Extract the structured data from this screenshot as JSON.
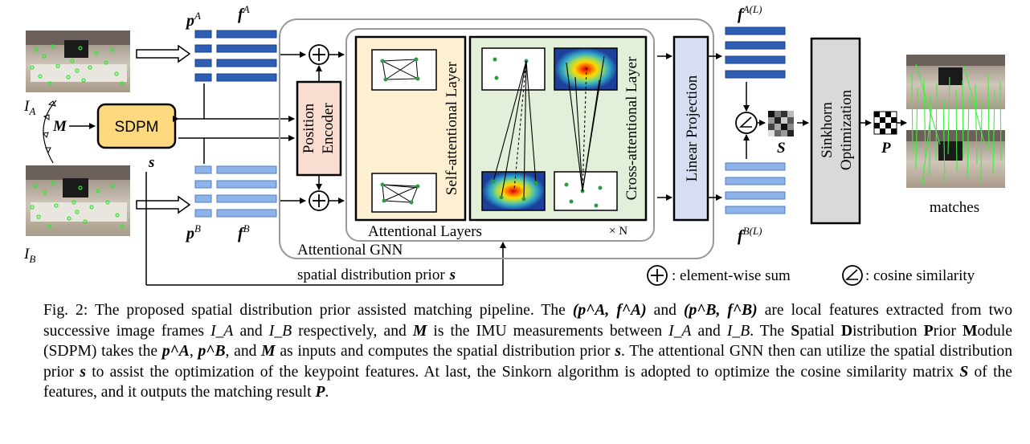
{
  "diagram": {
    "label_pA": "p",
    "label_pA_sup": "A",
    "label_fA": "f",
    "label_fA_sup": "A",
    "label_pB": "p",
    "label_pB_sup": "B",
    "label_fB": "f",
    "label_fB_sup": "B",
    "label_IA": "I",
    "label_IA_sub": "A",
    "label_IB": "I",
    "label_IB_sub": "B",
    "label_M": "M",
    "sdpm": "SDPM",
    "label_s": "s",
    "position_encoder_line1": "Position",
    "position_encoder_line2": "Encoder",
    "self_attentional_layer": "Self-attentional Layer",
    "cross_attentional_layer": "Cross-attentional Layer",
    "attentional_layers": "Attentional Layers",
    "times_n": "× N",
    "attentional_gnn": "Attentional GNN",
    "linear_projection": "Linear Projection",
    "label_fAL": "f",
    "label_fAL_sup": "A(L)",
    "label_fBL": "f",
    "label_fBL_sup": "B(L)",
    "label_S": "S",
    "sinkhorn_line1": "Sinkhorn",
    "sinkhorn_line2": "Optimization",
    "label_P": "P",
    "matches": "matches",
    "spatial_prior": "spatial distribution prior",
    "spatial_prior_var": "s",
    "legend_sum": ": element-wise sum",
    "legend_cos": ": cosine similarity",
    "colors": {
      "feature_dark": "#2e5fb5",
      "feature_light": "#8db3ea",
      "sdpm_fill": "#fcd97f",
      "encoder_fill": "#f9ddd0",
      "self_fill": "#fdf0d2",
      "cross_fill": "#e2f0da",
      "linear_fill": "#d7def4",
      "sinkhorn_fill": "#d9d9d9"
    }
  },
  "caption": {
    "fig_label": "Fig. 2:",
    "s1": " The proposed spatial distribution prior assisted matching pipeline. The ",
    "pair_a": "(p^A, f^A)",
    "s2": " and ",
    "pair_b": "(p^B, f^B)",
    "s3": " are local features extracted from two successive image frames ",
    "IA": "I_A",
    "s4": " and ",
    "IB": "I_B",
    "s5": " respectively, and ",
    "M": "M",
    "s6": " is the IMU measurements between ",
    "IA2": "I_A",
    "s7": " and ",
    "IB2": "I_B",
    "s8": ". The ",
    "mod_S": "S",
    "mod_s_rest": "patial ",
    "mod_D": "D",
    "mod_d_rest": "istribution ",
    "mod_P": "P",
    "mod_p_rest": "rior ",
    "mod_M": "M",
    "mod_m_rest": "odule (SDPM) takes the ",
    "pA": "p^A",
    "c1": ", ",
    "pB": "p^B",
    "c2": ", and ",
    "M2": "M",
    "s9": " as inputs and computes the spatial distribution prior ",
    "s_var": "s",
    "s10": ". The attentional GNN then can utilize the spatial distribution prior ",
    "s_var2": "s",
    "s11": " to assist the optimization of the keypoint features. At last, the Sinkorn algorithm is adopted to optimize the cosine similarity matrix ",
    "S_var": "S",
    "s12": " of the features, and it outputs the matching result ",
    "P_var": "P",
    "s13": "."
  }
}
